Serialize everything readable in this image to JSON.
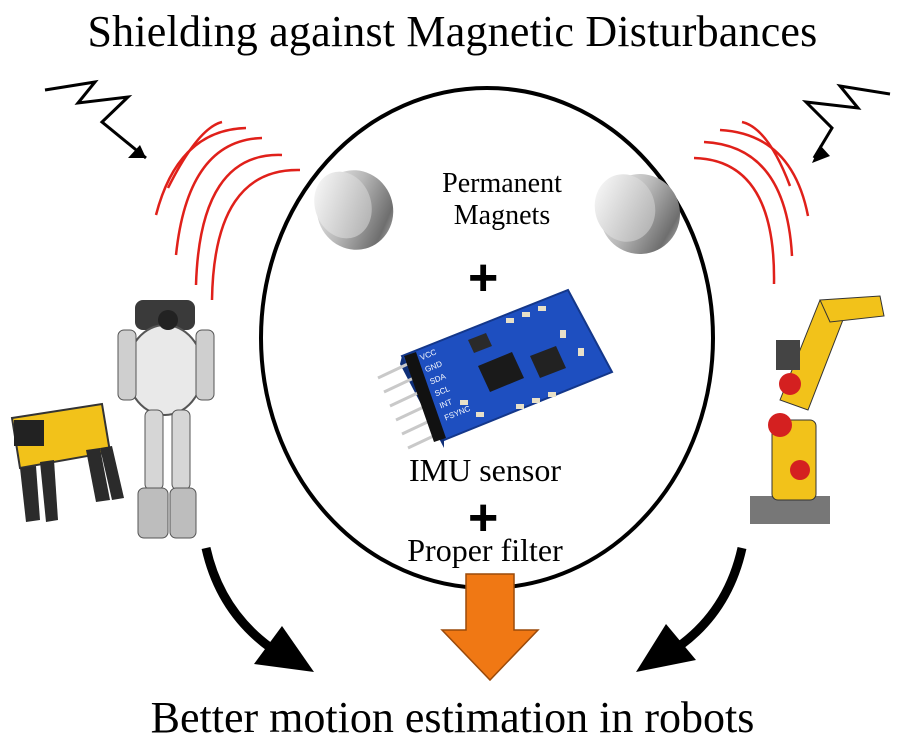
{
  "title": "Shielding against Magnetic Disturbances",
  "magnets_label_line1": "Permanent",
  "magnets_label_line2": "Magnets",
  "plus_symbol": "+",
  "imu_label": "IMU sensor",
  "filter_label": "Proper filter",
  "conclusion": "Better motion estimation in robots",
  "board_pin_labels": [
    "VCC",
    "GND",
    "SDA",
    "SCL",
    "INT",
    "FSYNC"
  ],
  "colors": {
    "wave": "#e0201a",
    "arrow_down": "#f07814",
    "arrow_down_border": "#9a4a0a",
    "board": "#1e4fc0",
    "robot_yellow": "#f2c21a"
  }
}
